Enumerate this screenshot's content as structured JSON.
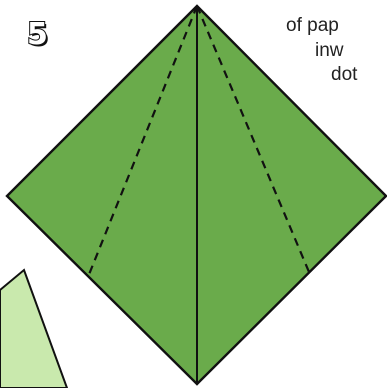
{
  "step": {
    "number": "5"
  },
  "instructions": {
    "line1": "of pap",
    "line2": "inw",
    "line3": "dot"
  },
  "colors": {
    "paper_fill": "#6aab4b",
    "side_panel_fill": "#c9e9ad",
    "outline": "#111111",
    "fold_lines": "#111111"
  },
  "diagram": {
    "fold_lines": "dashed",
    "icon_names": [
      "paper-kite-shape",
      "fold-line-left",
      "fold-line-right",
      "center-crease"
    ]
  }
}
